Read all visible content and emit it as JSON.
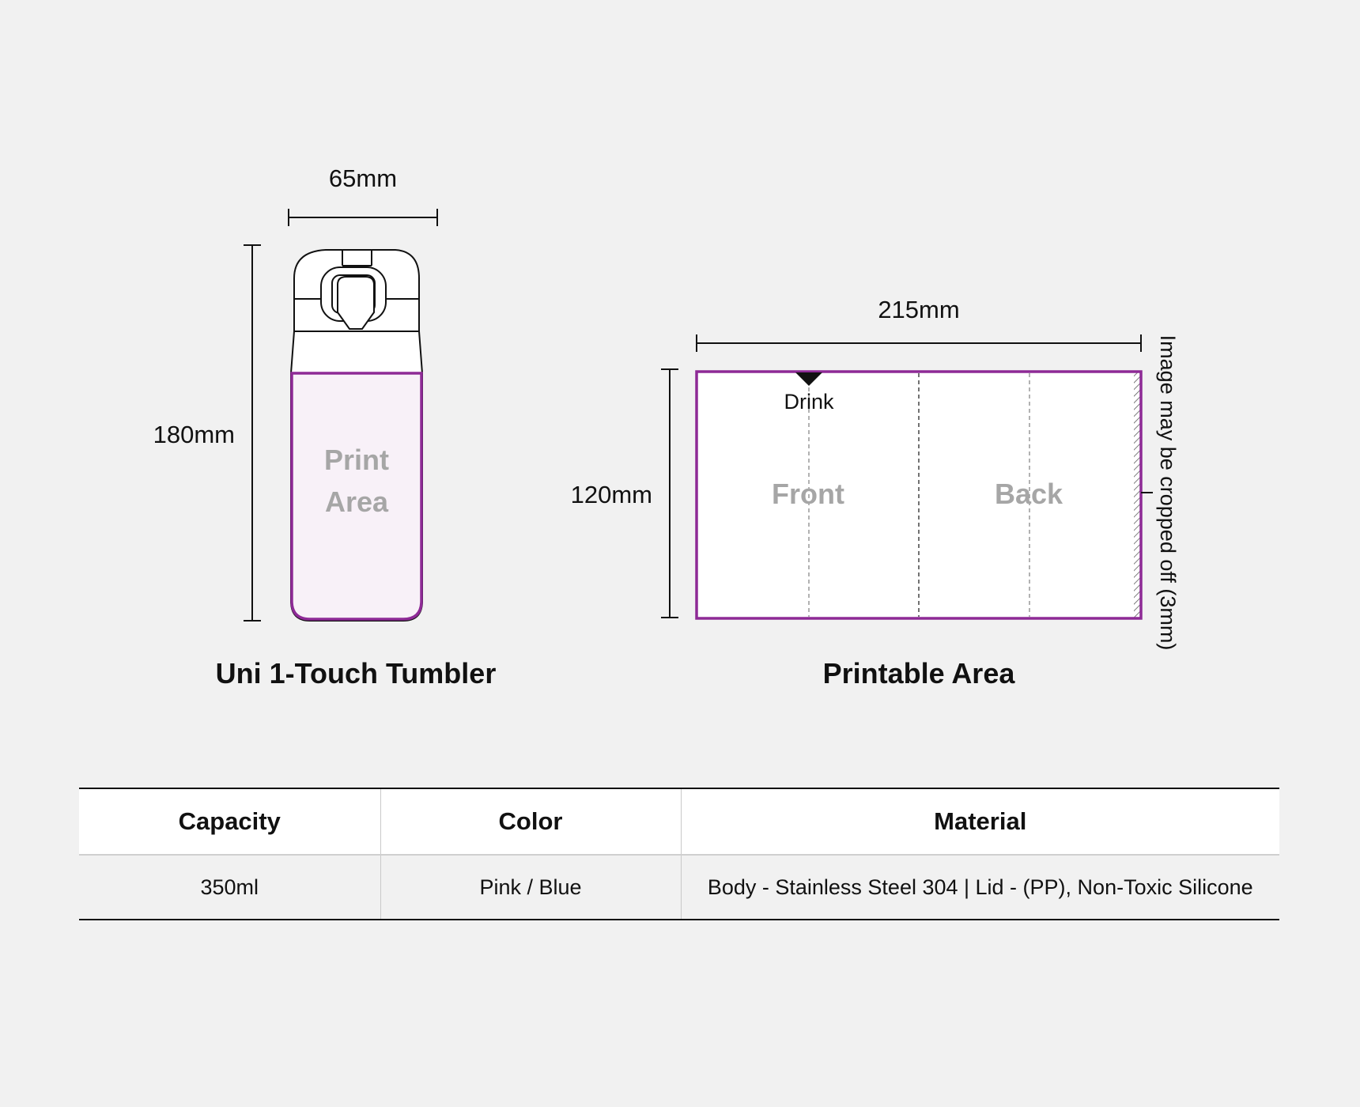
{
  "tumbler": {
    "width_label": "65mm",
    "height_label": "180mm",
    "print_area_line1": "Print",
    "print_area_line2": "Area",
    "title": "Uni 1-Touch Tumbler"
  },
  "printable": {
    "width_label": "215mm",
    "height_label": "120mm",
    "drink_label": "Drink",
    "front_label": "Front",
    "back_label": "Back",
    "crop_note": "Image may be cropped off (3mm)",
    "title": "Printable Area"
  },
  "colors": {
    "accent": "#8e2a96",
    "print_fill": "#f8f1f8",
    "ghost_text": "#a6a6a6",
    "background": "#f1f1f1"
  },
  "specs": {
    "headers": [
      "Capacity",
      "Color",
      "Material"
    ],
    "rows": [
      [
        "350ml",
        "Pink / Blue",
        "Body - Stainless Steel 304 | Lid - (PP), Non-Toxic Silicone"
      ]
    ]
  }
}
